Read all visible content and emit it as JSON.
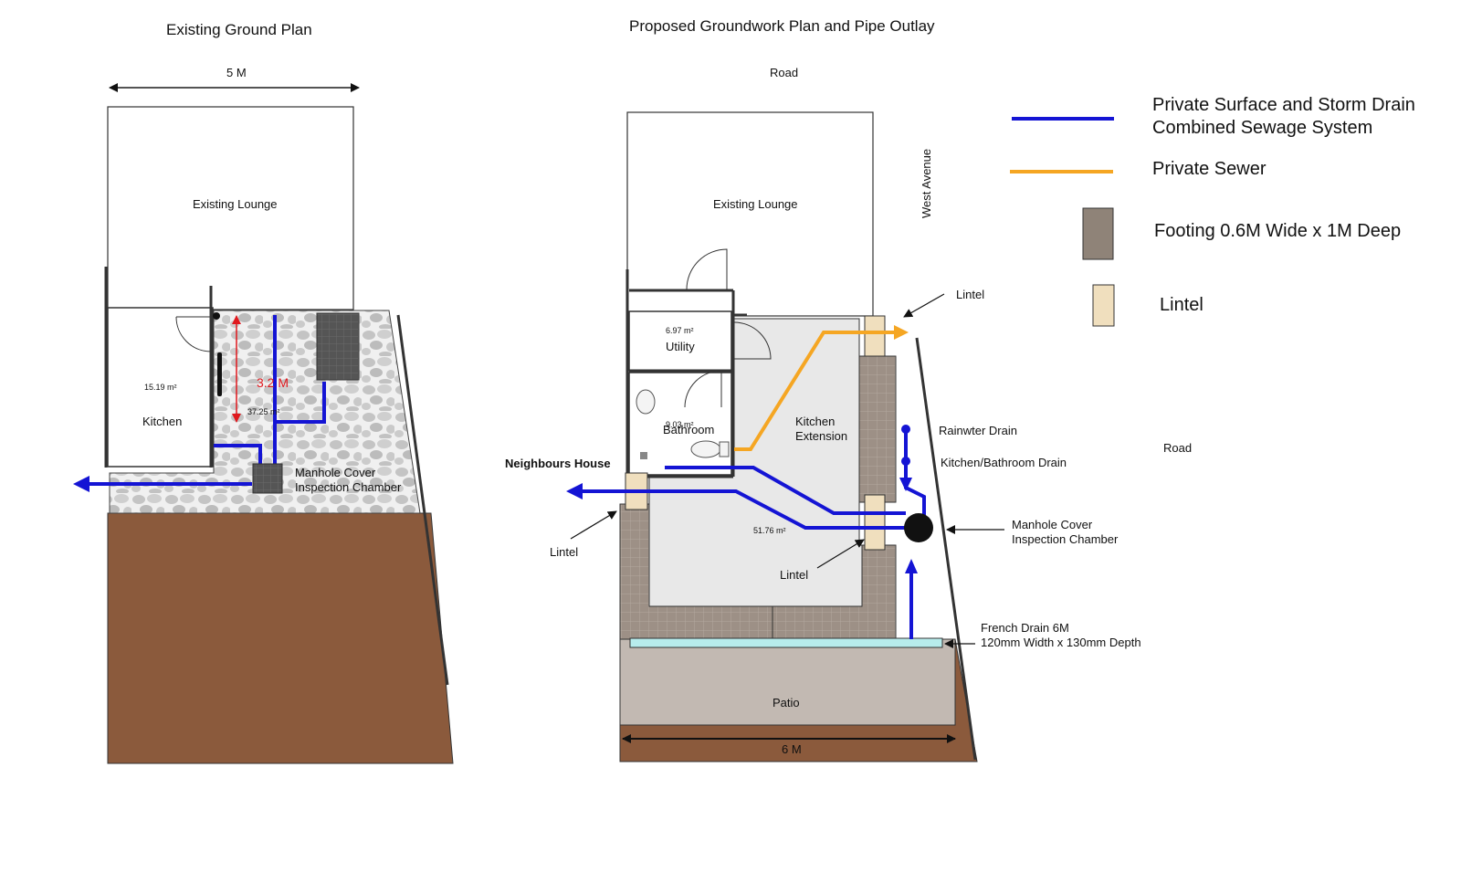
{
  "existing_plan": {
    "title": "Existing Ground Plan",
    "width_dimension": "5 M",
    "lounge_label": "Existing Lounge",
    "kitchen_label": "Kitchen",
    "kitchen_area": "15.19 m²",
    "yard_area": "37.25 m²",
    "height_dimension": "3.2 M",
    "manhole_label_line1": "Manhole Cover",
    "manhole_label_line2": "Inspection Chamber"
  },
  "proposed_plan": {
    "title": "Proposed Groundwork Plan and Pipe Outlay",
    "road_top": "Road",
    "road_right": "Road",
    "street": "West Avenue",
    "lounge_label": "Existing Lounge",
    "utility_area": "6.97 m²",
    "utility_label": "Utility",
    "bathroom_area": "9.03 m²",
    "bathroom_label": "Bathroom",
    "kitchen_ext_line1": "Kitchen",
    "kitchen_ext_line2": "Extension",
    "extension_area": "51.76 m²",
    "neighbours_house": "Neighbours House",
    "lintel_top": "Lintel",
    "lintel_left": "Lintel",
    "lintel_bottom": "Lintel",
    "rainwater_drain": "Rainwter Drain",
    "kitchen_bathroom_drain": "Kitchen/Bathroom Drain",
    "manhole_label_line1": "Manhole Cover",
    "manhole_label_line2": "Inspection Chamber",
    "french_drain_line1": "French Drain 6M",
    "french_drain_line2": "120mm Width x 130mm Depth",
    "patio_label": "Patio",
    "width_dimension": "6 M"
  },
  "legend": {
    "items": [
      {
        "label_line1": "Private Surface and Storm Drain",
        "label_line2": "Combined Sewage System",
        "swatch": "line",
        "color": "#1414d4"
      },
      {
        "label_line1": "Private Sewer",
        "label_line2": "",
        "swatch": "line",
        "color": "#f5a623"
      },
      {
        "label_line1": "Footing 0.6M Wide x 1M Deep",
        "label_line2": "",
        "swatch": "box",
        "color": "#8f8378"
      },
      {
        "label_line1": "Lintel",
        "label_line2": "",
        "swatch": "box",
        "color": "#f0dfbe"
      }
    ]
  },
  "colors": {
    "storm_pipe": "#1414d4",
    "sewer_pipe": "#f5a623",
    "soil": "#8b5a3c",
    "footing": "#9d9086",
    "lintel": "#f0dfbe",
    "floor": "#e8e8e8",
    "patio": "#c2b9b2",
    "french_drain": "#b7ecec",
    "cobble": "#c9c9c9",
    "dimension_red": "#e0191e"
  }
}
